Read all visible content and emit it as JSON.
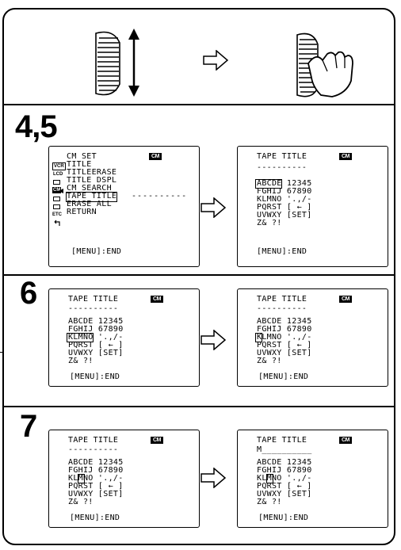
{
  "steps": {
    "s45": "4,5",
    "s6": "6",
    "s7": "7"
  },
  "badge": "CM",
  "menu": {
    "lines": [
      "CM SET",
      "TITLE",
      "TITLEERASE",
      "TITLE DSPL",
      "CM SEARCH",
      "TAPE TITLE",
      "ERASE ALL",
      "RETURN"
    ],
    "sidebar": [
      "VCR",
      "LCD",
      "",
      "CM",
      "",
      "",
      "ETC",
      ""
    ],
    "dashes": "----------",
    "end": "[MENU]:END"
  },
  "tape_title": {
    "heading": "TAPE TITLE",
    "blank": "----------",
    "entered_m": "M__________",
    "rows": [
      "ABCDE 12345",
      "FGHIJ 67890",
      "KLMNO '.,/-",
      "PQRST [ ← ]",
      "UVWXY [SET]",
      "Z& ?!"
    ],
    "end": "[MENU]:END"
  },
  "icons": {
    "dial_turn": "dial-turn-icon",
    "dial_press": "dial-press-icon",
    "arrow": "right-arrow-icon"
  }
}
